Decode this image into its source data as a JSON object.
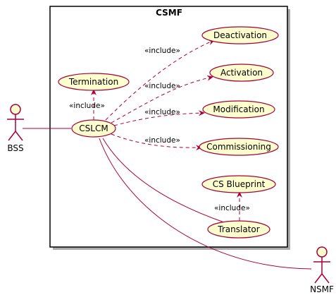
{
  "system": {
    "title": "CSMF"
  },
  "actors": {
    "bss": "BSS",
    "nsmf": "NSMF"
  },
  "usecases": {
    "deactivation": "Deactivation",
    "activation": "Activation",
    "modification": "Modification",
    "commissioning": "Commissioning",
    "termination": "Termination",
    "cslcm": "CSLCM",
    "cs_blueprint": "CS Blueprint",
    "translator": "Translator"
  },
  "relations": {
    "include_deactivation": "«include»",
    "include_activation": "«include»",
    "include_modification": "«include»",
    "include_commissioning": "«include»",
    "include_termination": "«include»",
    "include_blueprint": "«include»"
  },
  "colors": {
    "usecase_fill": "#FEFECE",
    "usecase_stroke": "#A80036",
    "line": "#A80036",
    "boundary_stroke": "#000000"
  }
}
